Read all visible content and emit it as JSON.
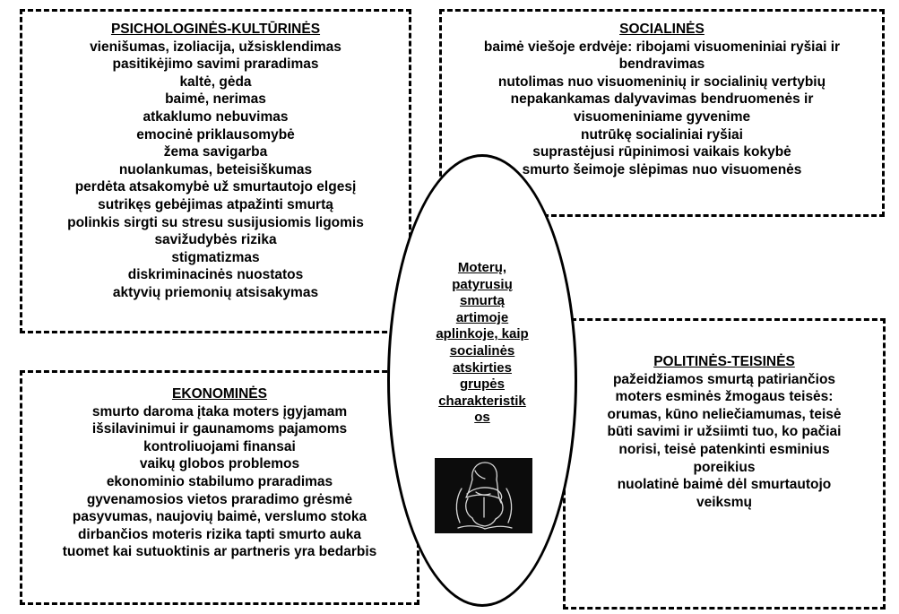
{
  "psych": {
    "title": "PSICHOLOGINĖS-KULTŪRINĖS",
    "lines": [
      "vienišumas, izoliacija, užsisklendimas",
      "pasitikėjimo savimi praradimas",
      "kaltė, gėda",
      "baimė, nerimas",
      "atkaklumo nebuvimas",
      "emocinė priklausomybė",
      "žema savigarba",
      "nuolankumas, beteisiškumas",
      "perdėta atsakomybė už smurtautojo elgesį",
      "sutrikęs gebėjimas atpažinti smurtą",
      "polinkis sirgti su stresu susijusiomis ligomis",
      "savižudybės rizika",
      "stigmatizmas",
      "diskriminacinės nuostatos",
      "aktyvių priemonių atsisakymas"
    ]
  },
  "soc": {
    "title": "SOCIALINĖS",
    "lines": [
      "baimė viešoje erdvėje: ribojami visuomeniniai ryšiai ir",
      "bendravimas",
      "nutolimas nuo visuomeninių ir socialinių vertybių",
      "nepakankamas dalyvavimas bendruomenės ir",
      "visuomeniniame gyvenime",
      "nutrūkę socialiniai ryšiai",
      "suprastėjusi rūpinimosi vaikais kokybė",
      "smurto šeimoje slėpimas nuo visuomenės"
    ]
  },
  "ekon": {
    "title": "EKONOMINĖS",
    "lines": [
      "smurto daroma įtaka moters įgyjamam",
      "išsilavinimui ir gaunamoms pajamoms",
      "kontroliuojami finansai",
      "vaikų globos problemos",
      "ekonominio stabilumo praradimas",
      "gyvenamosios vietos praradimo grėsmė",
      "pasyvumas, naujovių baimė, verslumo stoka",
      "dirbančios moteris rizika tapti smurto auka",
      "tuomet kai sutuoktinis ar partneris yra bedarbis"
    ]
  },
  "pol": {
    "title": "POLITINĖS-TEISINĖS",
    "lines": [
      "pažeidžiamos smurtą patiriančios",
      "moters esminės žmogaus teisės:",
      "orumas, kūno neliečiamumas, teisė",
      "būti savimi ir užsiimti tuo, ko pačiai",
      "norisi, teisė patenkinti esminius",
      "poreikius",
      "nuolatinė baimė dėl smurtautojo",
      "veiksmų"
    ]
  },
  "center": {
    "lines": [
      "Moterų,",
      "patyrusių",
      "smurtą",
      "artimoje",
      "aplinkoje, kaip",
      "socialinės",
      "atskirties",
      "grupės",
      "charakteristik",
      "os"
    ],
    "figure_icon": "sitting-woman-hugging-knees-icon"
  }
}
